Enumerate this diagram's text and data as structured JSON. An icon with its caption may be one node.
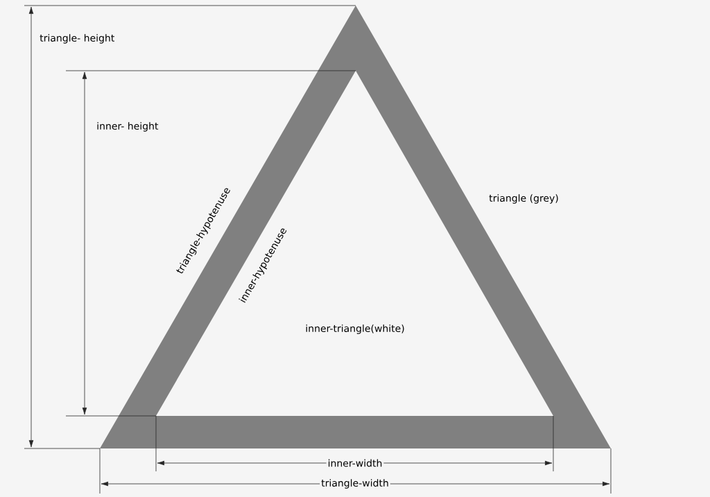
{
  "diagram": {
    "labels": [
      "triangle- height",
      "inner- height",
      "triangle (grey)",
      "triangle-hypotenuse",
      "inner-hypotenuse",
      "inner-triangle(white)",
      "inner-width",
      "triangle-width"
    ]
  }
}
